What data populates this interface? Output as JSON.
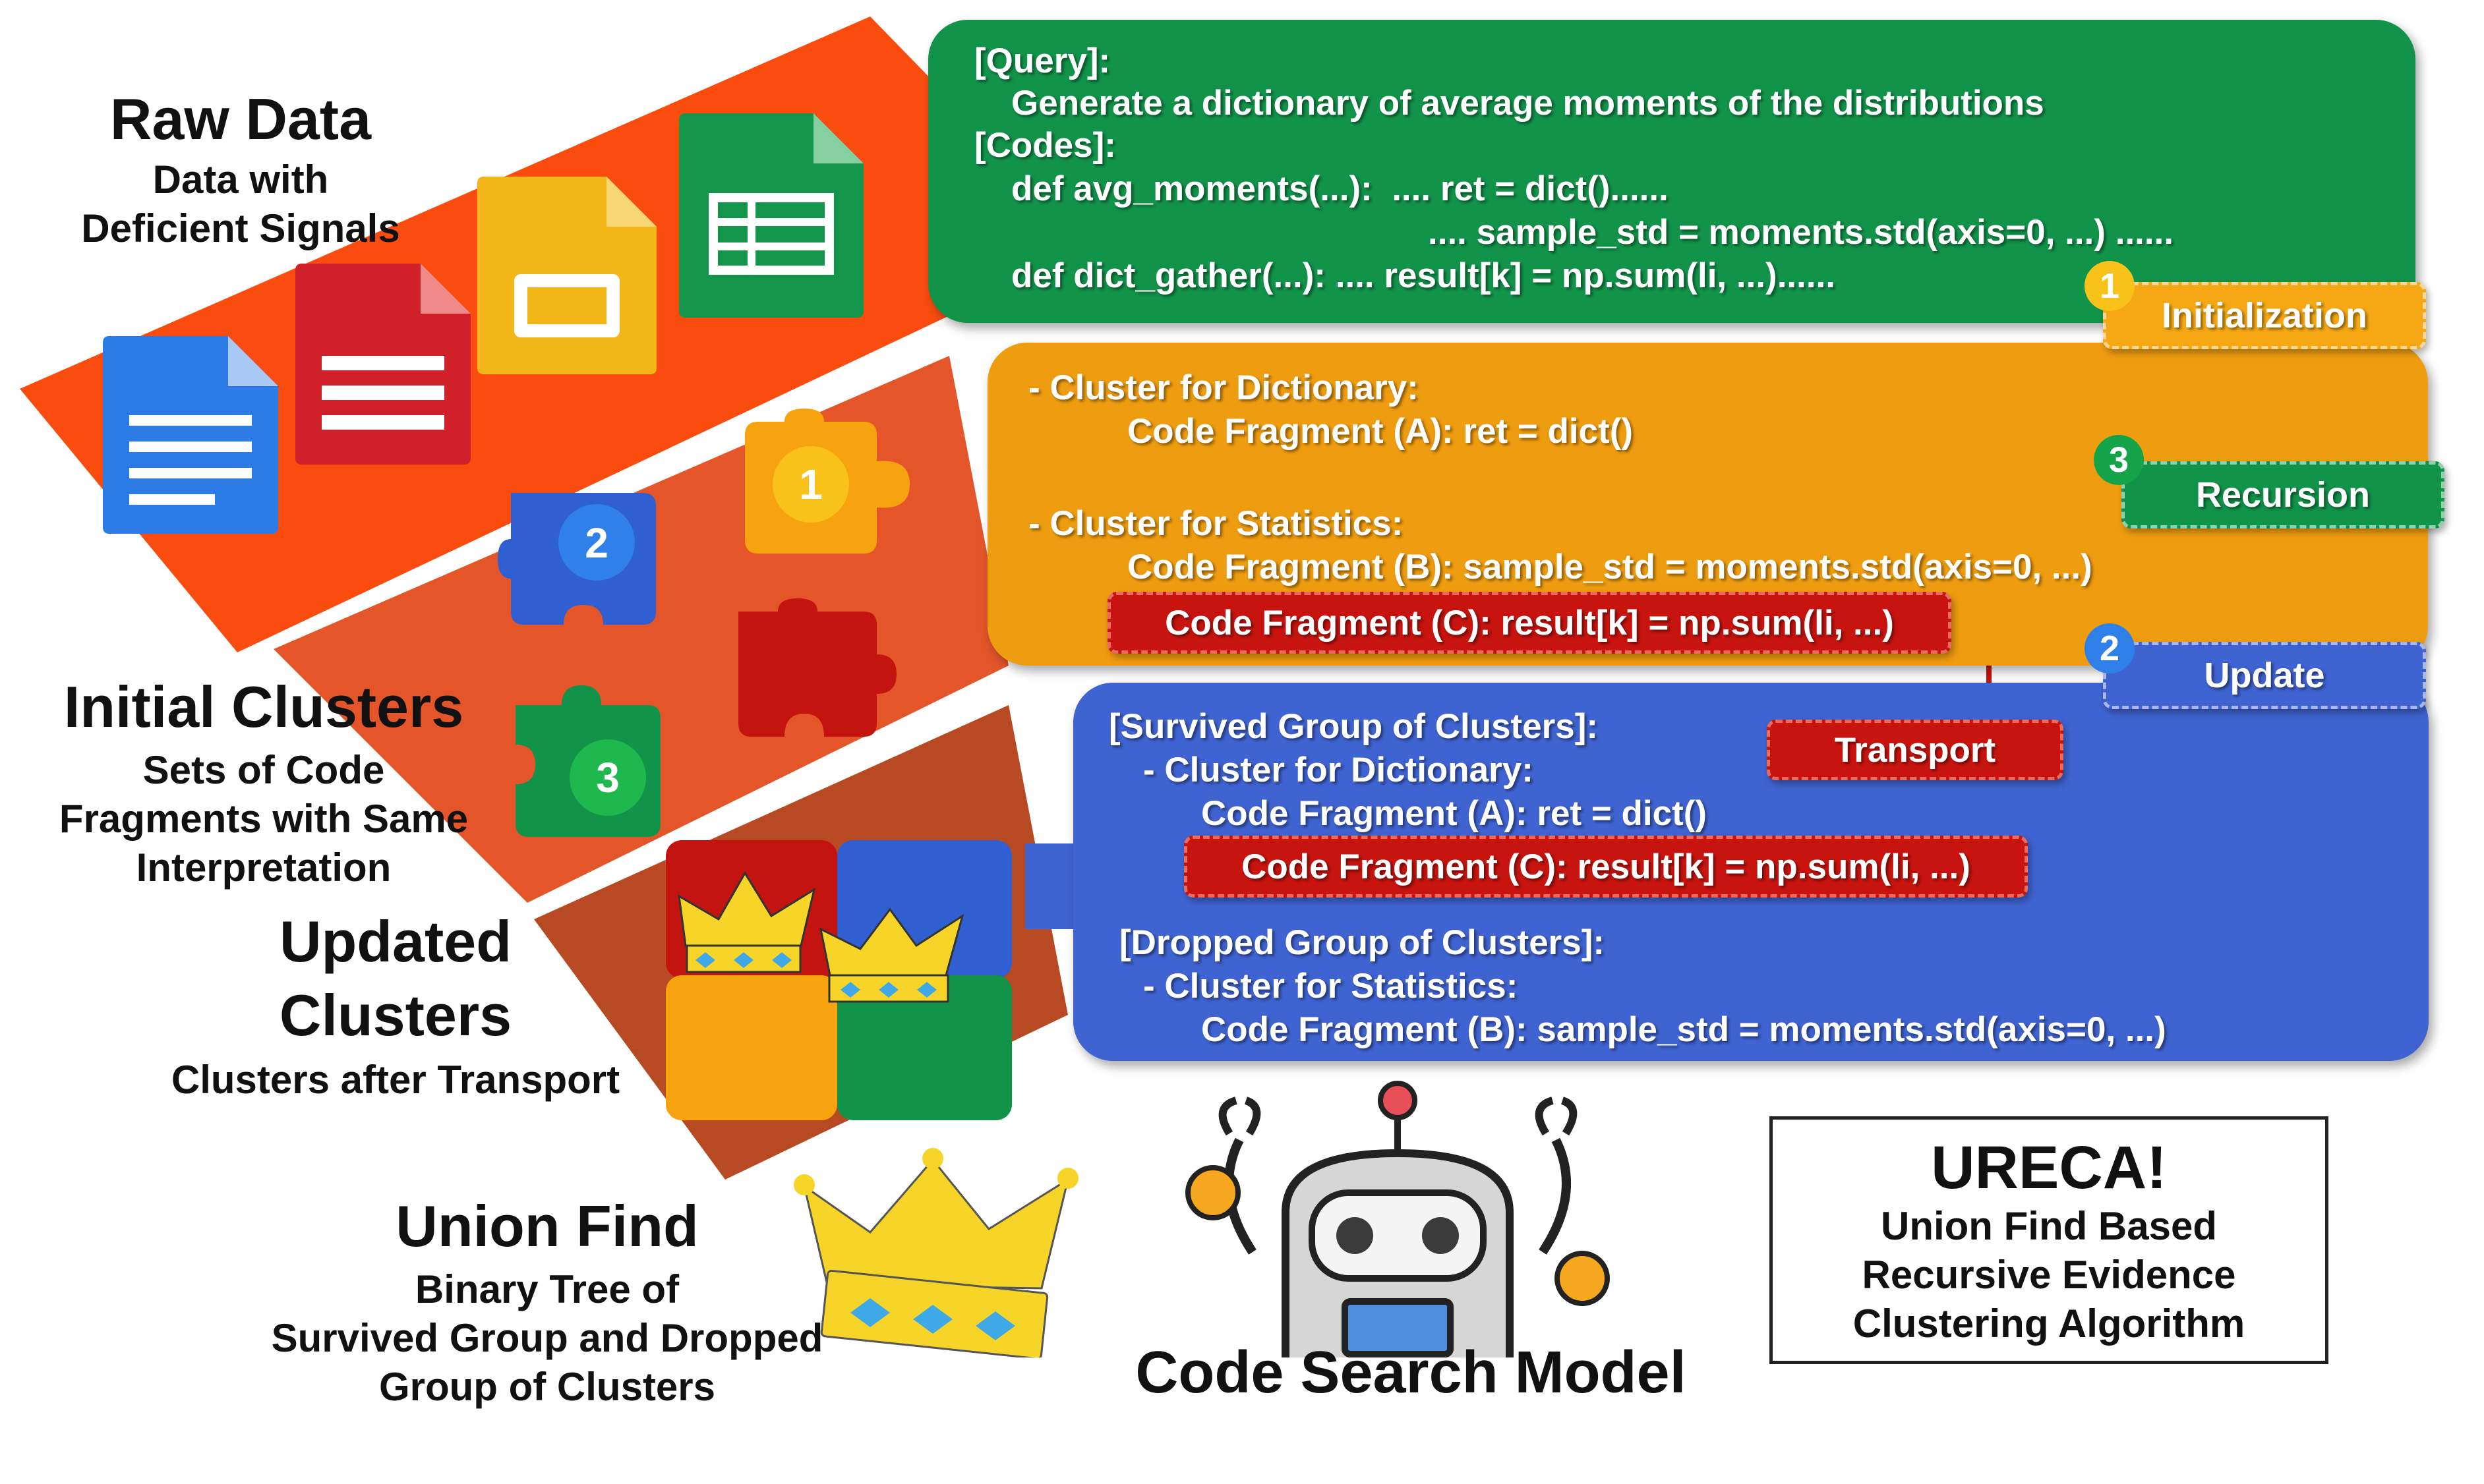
{
  "left_labels": {
    "raw_data": {
      "title": "Raw Data",
      "sub1": "Data with",
      "sub2": "Deficient Signals"
    },
    "initial_clusters": {
      "title": "Initial Clusters",
      "sub1": "Sets of Code",
      "sub2": "Fragments with Same",
      "sub3": "Interpretation"
    },
    "updated_clusters": {
      "title1": "Updated",
      "title2": "Clusters",
      "sub": "Clusters after Transport"
    },
    "union_find": {
      "title": "Union Find",
      "sub1": "Binary Tree of",
      "sub2": "Survived Group and Dropped",
      "sub3": "Group of Clusters"
    }
  },
  "puzzle_badges": {
    "one": "1",
    "two": "2",
    "three": "3"
  },
  "green_panel": {
    "query_label": "[Query]:",
    "query_text": "Generate a dictionary of average moments of the distributions",
    "codes_label": "[Codes]:",
    "code_line1": "def avg_moments(...):  .... ret = dict()......",
    "code_line2": ".... sample_std = moments.std(axis=0, ...) ......",
    "code_line3": "def dict_gather(...): .... result[k] = np.sum(li, ...)......"
  },
  "orange_panel": {
    "cluster_dict": "- Cluster for Dictionary:",
    "fragment_a": "Code Fragment (A): ret = dict()",
    "cluster_stats": "- Cluster for Statistics:",
    "fragment_b": "Code Fragment (B): sample_std = moments.std(axis=0, ...)",
    "fragment_c": "Code Fragment (C): result[k] = np.sum(li, ...)"
  },
  "transport_label": "Transport",
  "blue_panel": {
    "survived_label": "[Survived Group of Clusters]:",
    "cluster_dict": "- Cluster for Dictionary:",
    "fragment_a": "Code Fragment (A): ret = dict()",
    "fragment_c": "Code Fragment (C): result[k] = np.sum(li, ...)",
    "dropped_label": "[Dropped Group of Clusters]:",
    "cluster_stats": "- Cluster for Statistics:",
    "fragment_b": "Code Fragment (B): sample_std = moments.std(axis=0, ...)"
  },
  "steps": {
    "initialization": {
      "num": "1",
      "label": "Initialization"
    },
    "recursion": {
      "num": "3",
      "label": "Recursion"
    },
    "update": {
      "num": "2",
      "label": "Update"
    }
  },
  "robot_caption": "Code Search Model",
  "ureca": {
    "title": "URECA!",
    "line1": "Union Find Based",
    "line2": "Recursive Evidence",
    "line3": "Clustering Algorithm"
  },
  "colors": {
    "green": "#12934a",
    "orange": "#ef9d10",
    "blue": "#3f63d1",
    "red": "#c8140f",
    "band_top": "#fb4c0f",
    "band_mid": "#e5552a",
    "band_bottom": "#b84a23"
  }
}
